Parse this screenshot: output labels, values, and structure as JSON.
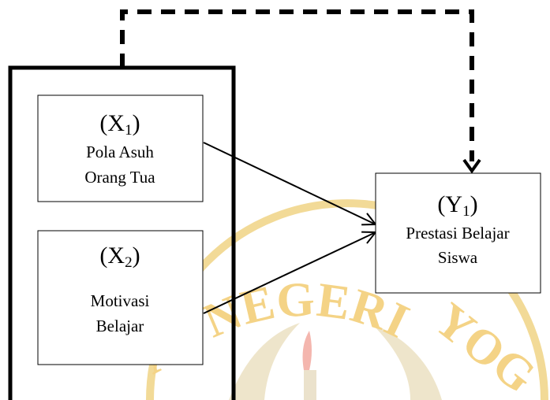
{
  "watermark": {
    "text": "NEGERI",
    "left_text": "AS",
    "right_text": "YOG",
    "color": "#f3cf7a"
  },
  "nodes": {
    "x1": {
      "symbol": "X",
      "subscript": "1",
      "line1": "Pola Asuh",
      "line2": "Orang Tua"
    },
    "x2": {
      "symbol": "X",
      "subscript": "2",
      "line1": "Motivasi",
      "line2": "Belajar"
    },
    "y1": {
      "symbol": "Y",
      "subscript": "1",
      "line1": "Prestasi Belajar",
      "line2": "Siswa"
    }
  },
  "edges": [
    {
      "from": "x1",
      "to": "y1",
      "style": "solid"
    },
    {
      "from": "x2",
      "to": "y1",
      "style": "solid"
    },
    {
      "from": "x1+x2",
      "to": "y1",
      "style": "dashed"
    }
  ]
}
